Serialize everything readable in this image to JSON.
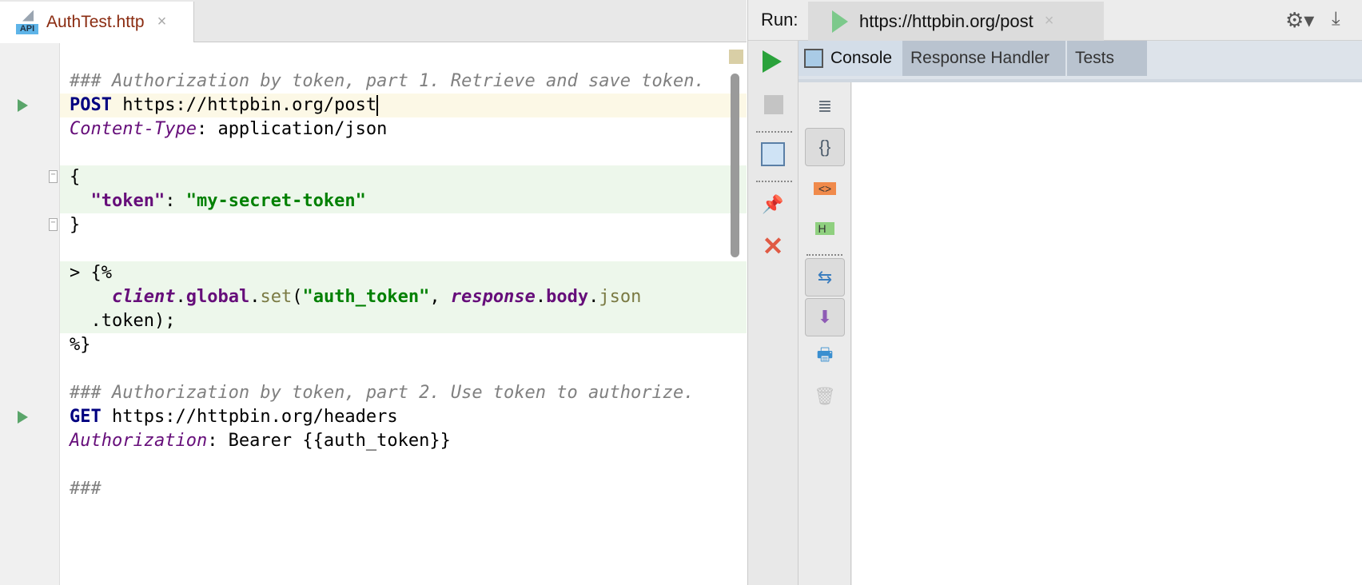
{
  "editor": {
    "tab": {
      "name": "AuthTest.http",
      "icon_label": "API",
      "close": "×"
    },
    "lines": [
      {
        "segs": []
      },
      {
        "segs": [
          {
            "t": "### Authorization by token, part 1. Retrieve and save token.",
            "c": "c"
          }
        ]
      },
      {
        "run": true,
        "cur": true,
        "caret": true,
        "segs": [
          {
            "t": "POST",
            "c": "k"
          },
          {
            "t": " https://httpbin.org/post",
            "c": ""
          }
        ]
      },
      {
        "segs": [
          {
            "t": "Content-Type",
            "c": "h"
          },
          {
            "t": ": application/json",
            "c": ""
          }
        ]
      },
      {
        "segs": []
      },
      {
        "inj": true,
        "fold": "−",
        "segs": [
          {
            "t": "{",
            "c": ""
          }
        ]
      },
      {
        "inj": true,
        "segs": [
          {
            "t": "  ",
            "c": ""
          },
          {
            "t": "\"token\"",
            "c": "jk"
          },
          {
            "t": ": ",
            "c": ""
          },
          {
            "t": "\"my-secret-token\"",
            "c": "s"
          }
        ]
      },
      {
        "fold": "−",
        "segs": [
          {
            "t": "}",
            "c": ""
          }
        ]
      },
      {
        "segs": []
      },
      {
        "inj": true,
        "segs": [
          {
            "t": "> {%",
            "c": ""
          }
        ]
      },
      {
        "inj": true,
        "segs": [
          {
            "t": "    ",
            "c": ""
          },
          {
            "t": "client",
            "c": "v"
          },
          {
            "t": ".",
            "c": ""
          },
          {
            "t": "global",
            "c": "f"
          },
          {
            "t": ".",
            "c": ""
          },
          {
            "t": "set",
            "c": "m"
          },
          {
            "t": "(",
            "c": ""
          },
          {
            "t": "\"auth_token\"",
            "c": "s"
          },
          {
            "t": ", ",
            "c": ""
          },
          {
            "t": "response",
            "c": "v"
          },
          {
            "t": ".",
            "c": ""
          },
          {
            "t": "body",
            "c": "f"
          },
          {
            "t": ".",
            "c": ""
          },
          {
            "t": "json",
            "c": "m"
          }
        ]
      },
      {
        "inj": true,
        "segs": [
          {
            "t": "  .token);",
            "c": ""
          }
        ]
      },
      {
        "segs": [
          {
            "t": "%}",
            "c": ""
          }
        ]
      },
      {
        "segs": []
      },
      {
        "segs": [
          {
            "t": "### Authorization by token, part 2. Use token to authorize.",
            "c": "c"
          }
        ]
      },
      {
        "run": true,
        "segs": [
          {
            "t": "GET",
            "c": "k"
          },
          {
            "t": " https://httpbin.org/headers",
            "c": ""
          }
        ]
      },
      {
        "segs": [
          {
            "t": "Authorization",
            "c": "h"
          },
          {
            "t": ": Bearer {{auth_token}}",
            "c": ""
          }
        ]
      },
      {
        "segs": []
      },
      {
        "segs": [
          {
            "t": "###",
            "c": "c"
          }
        ]
      }
    ]
  },
  "run": {
    "label": "Run:",
    "tab": "https://httpbin.org/post",
    "close": "×",
    "subtabs": [
      "Console",
      "Response Handler",
      "Tests"
    ]
  }
}
